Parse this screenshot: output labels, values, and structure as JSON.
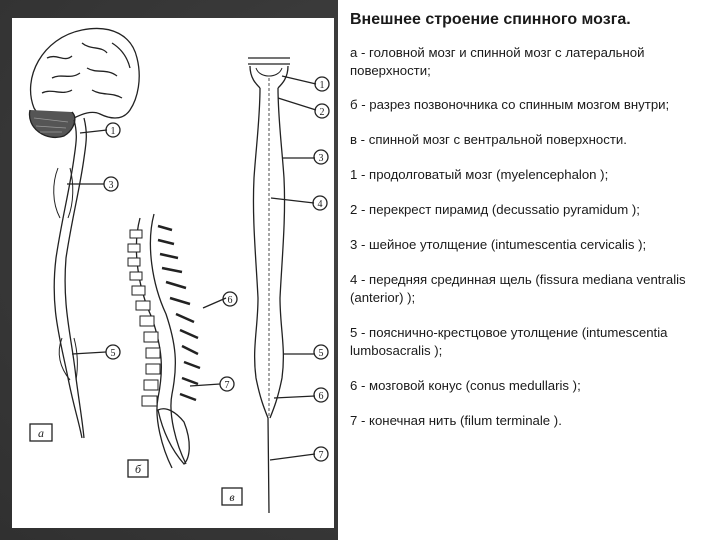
{
  "slide": {
    "title": "Внешнее строение спинного мозга.",
    "paragraphs": [
      "а - головной мозг и спинной мозг с латеральной поверхности;",
      "б - разрез позвоночника со спинным мозгом внутри;",
      "в - спинной мозг с вентральной поверхности.",
      "1 - продолговатый мозг (myelencephalon );",
      "2 - перекрест пирамид (decussatio pyramidum );",
      "3 - шейное утолщение (intumescentia cervicalis );",
      "4 - передняя срединная щель (fissura mediana ventralis (anterior) );",
      "5 - пояснично-крестцовое утолщение (intumescentia lumbosacralis );",
      "6 - мозговой конус (conus medullaris );",
      "7 - конечная нить (filum terminale )."
    ]
  },
  "figure": {
    "panel_a": {
      "letter": "а",
      "callouts": [
        "1",
        "3",
        "5"
      ]
    },
    "panel_b": {
      "letter": "б",
      "callouts": [
        "6",
        "7"
      ]
    },
    "panel_v": {
      "letter": "в",
      "callouts": [
        "1",
        "2",
        "3",
        "4",
        "5",
        "6",
        "7"
      ]
    }
  },
  "colors": {
    "background": "#3c3c3c",
    "panel": "#ffffff",
    "ink": "#1a1a1a"
  }
}
